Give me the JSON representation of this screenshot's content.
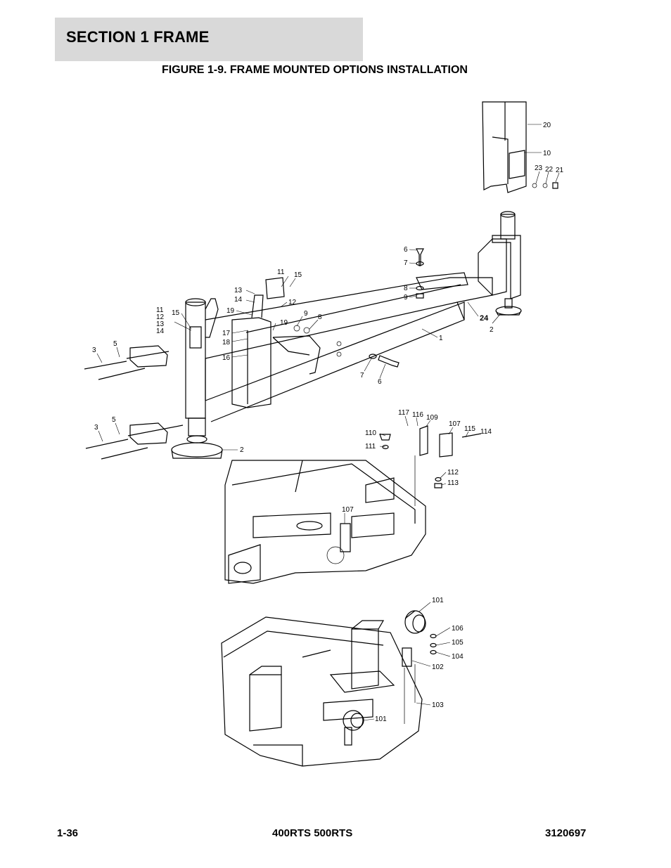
{
  "header": {
    "section_title": "SECTION 1  FRAME",
    "figure_title": "FIGURE 1-9. FRAME MOUNTED OPTIONS INSTALLATION"
  },
  "footer": {
    "page_number": "1-36",
    "models": "400RTS 500RTS",
    "doc_number": "3120697"
  },
  "callouts": {
    "flag_20": "20",
    "flag_10": "10",
    "flag_23": "23",
    "flag_22": "22",
    "flag_21": "21",
    "top_6": "6",
    "top_7": "7",
    "top_8": "8",
    "top_9": "9",
    "top_24": "24",
    "top_2": "2",
    "top_1": "1",
    "mid_11": "11",
    "mid_15": "15",
    "mid_13": "13",
    "mid_14": "14",
    "mid_12": "12",
    "left_11": "11",
    "left_12": "12",
    "left_13": "13",
    "left_14": "14",
    "left_15": "15",
    "mid_19a": "19",
    "mid_19b": "19",
    "mid_9": "9",
    "mid_8": "8",
    "mid_17": "17",
    "mid_18": "18",
    "mid_16": "16",
    "left_3a": "3",
    "left_5a": "5",
    "left_3b": "3",
    "left_5b": "5",
    "bottom_2": "2",
    "bolt_7": "7",
    "bolt_6": "6",
    "p117": "117",
    "p116": "116",
    "p109": "109",
    "p107a": "107",
    "p115": "115",
    "p114": "114",
    "p110": "110",
    "p111": "111",
    "p112": "112",
    "p113": "113",
    "p107b": "107",
    "p101a": "101",
    "p106": "106",
    "p105": "105",
    "p104": "104",
    "p102": "102",
    "p103": "103",
    "p101b": "101"
  }
}
